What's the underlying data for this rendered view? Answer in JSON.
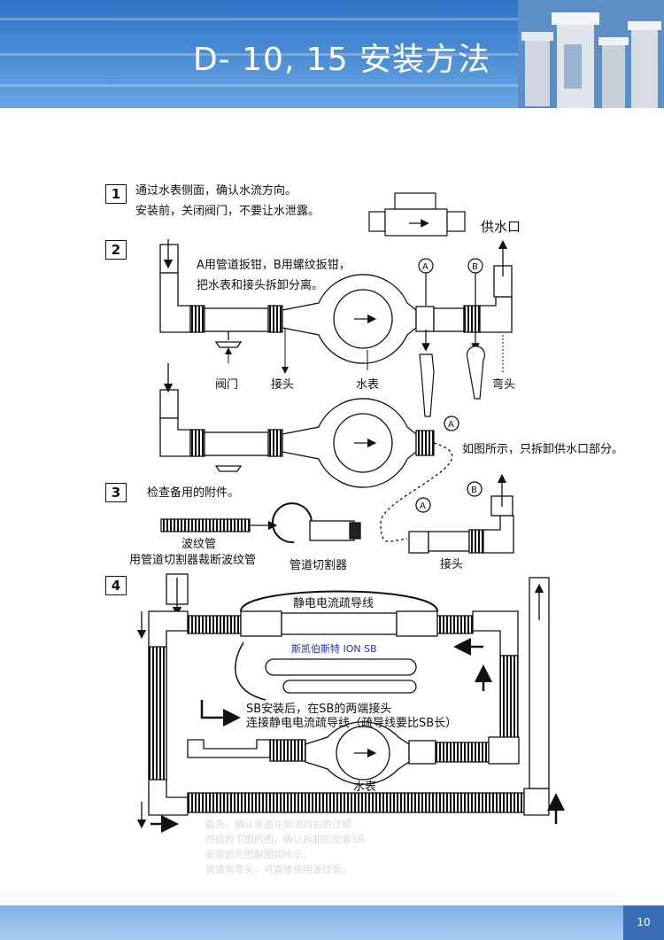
{
  "header": {
    "title": "D- 10, 15 安装方法"
  },
  "step1": {
    "number": "1",
    "line1": "通过水表侧面，确认水流方向。",
    "line2": "安装前，关闭阀门，不要让水泄露。"
  },
  "step2": {
    "number": "2",
    "line1": "A用管道扳钳，B用螺纹扳钳，",
    "line2": "把水表和接头拆卸分离。",
    "outlet": "供水口",
    "valve": "阀门",
    "joint": "接头",
    "meter": "水表",
    "elbow": "弯头",
    "markA": "A",
    "markB": "B",
    "note": "如图所示，只拆卸供水口部分。"
  },
  "step3": {
    "number": "3",
    "text": "检查备用的附件。",
    "bellows": "波纹管",
    "cut_note": "用管道切割器裁断波纹管",
    "cutter": "管道切割器",
    "joint": "接头",
    "markA": "A",
    "markB": "B"
  },
  "step4": {
    "number": "4",
    "ground_wire": "静电电流疏导线",
    "device": "斯凯伯斯特 ION SB",
    "note1": "SB安装后，在SB的两端接头",
    "note2": "连接静电电流疏导线（疏导线要比SB长）",
    "meter": "水表"
  },
  "faded_note": {
    "line1": "首先，确认水由左侧流向右的过程",
    "line2": "然后按下图的图，确认拆卸的安装SB",
    "line3": "安装后的图解图如所示。",
    "line4": "管道有弯头，可直接使用波纹管。"
  },
  "footer": {
    "page_number": "10"
  }
}
